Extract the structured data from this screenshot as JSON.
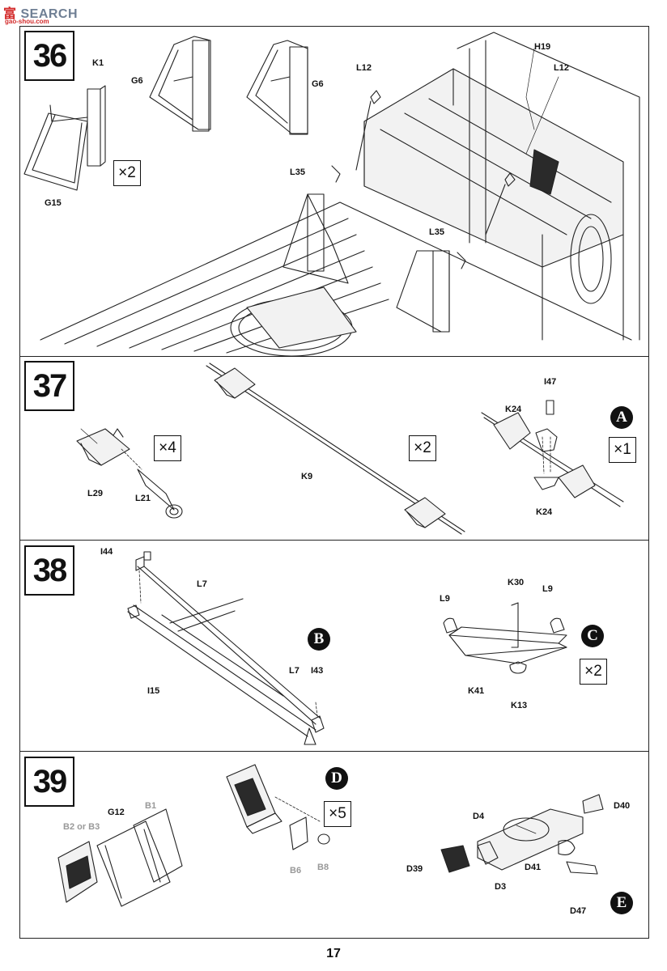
{
  "watermark": {
    "text1": "富",
    "text2": "SEARCH",
    "sub": "gao-shou.com"
  },
  "page_number": "17",
  "steps": [
    {
      "number": "36",
      "labels": [
        "K1",
        "G6",
        "G6",
        "G15",
        "L12",
        "H19",
        "L12",
        "L35",
        "L35"
      ],
      "quantity": "×2"
    },
    {
      "number": "37",
      "labels": [
        "L29",
        "L21",
        "K9",
        "I47",
        "K24",
        "K24"
      ],
      "quantities": [
        "×4",
        "×2",
        "×1"
      ],
      "callout": "A"
    },
    {
      "number": "38",
      "labels": [
        "I44",
        "L7",
        "L7",
        "I43",
        "I15",
        "L9",
        "K30",
        "L9",
        "K41",
        "K13"
      ],
      "callouts": [
        "B",
        "C"
      ],
      "quantity": "×2"
    },
    {
      "number": "39",
      "labels": [
        "G12",
        "B1",
        "B2 or B3",
        "B6",
        "B8",
        "D40",
        "D4",
        "D39",
        "D41",
        "D3",
        "D47"
      ],
      "callouts": [
        "D",
        "E"
      ],
      "quantity": "×5"
    }
  ]
}
